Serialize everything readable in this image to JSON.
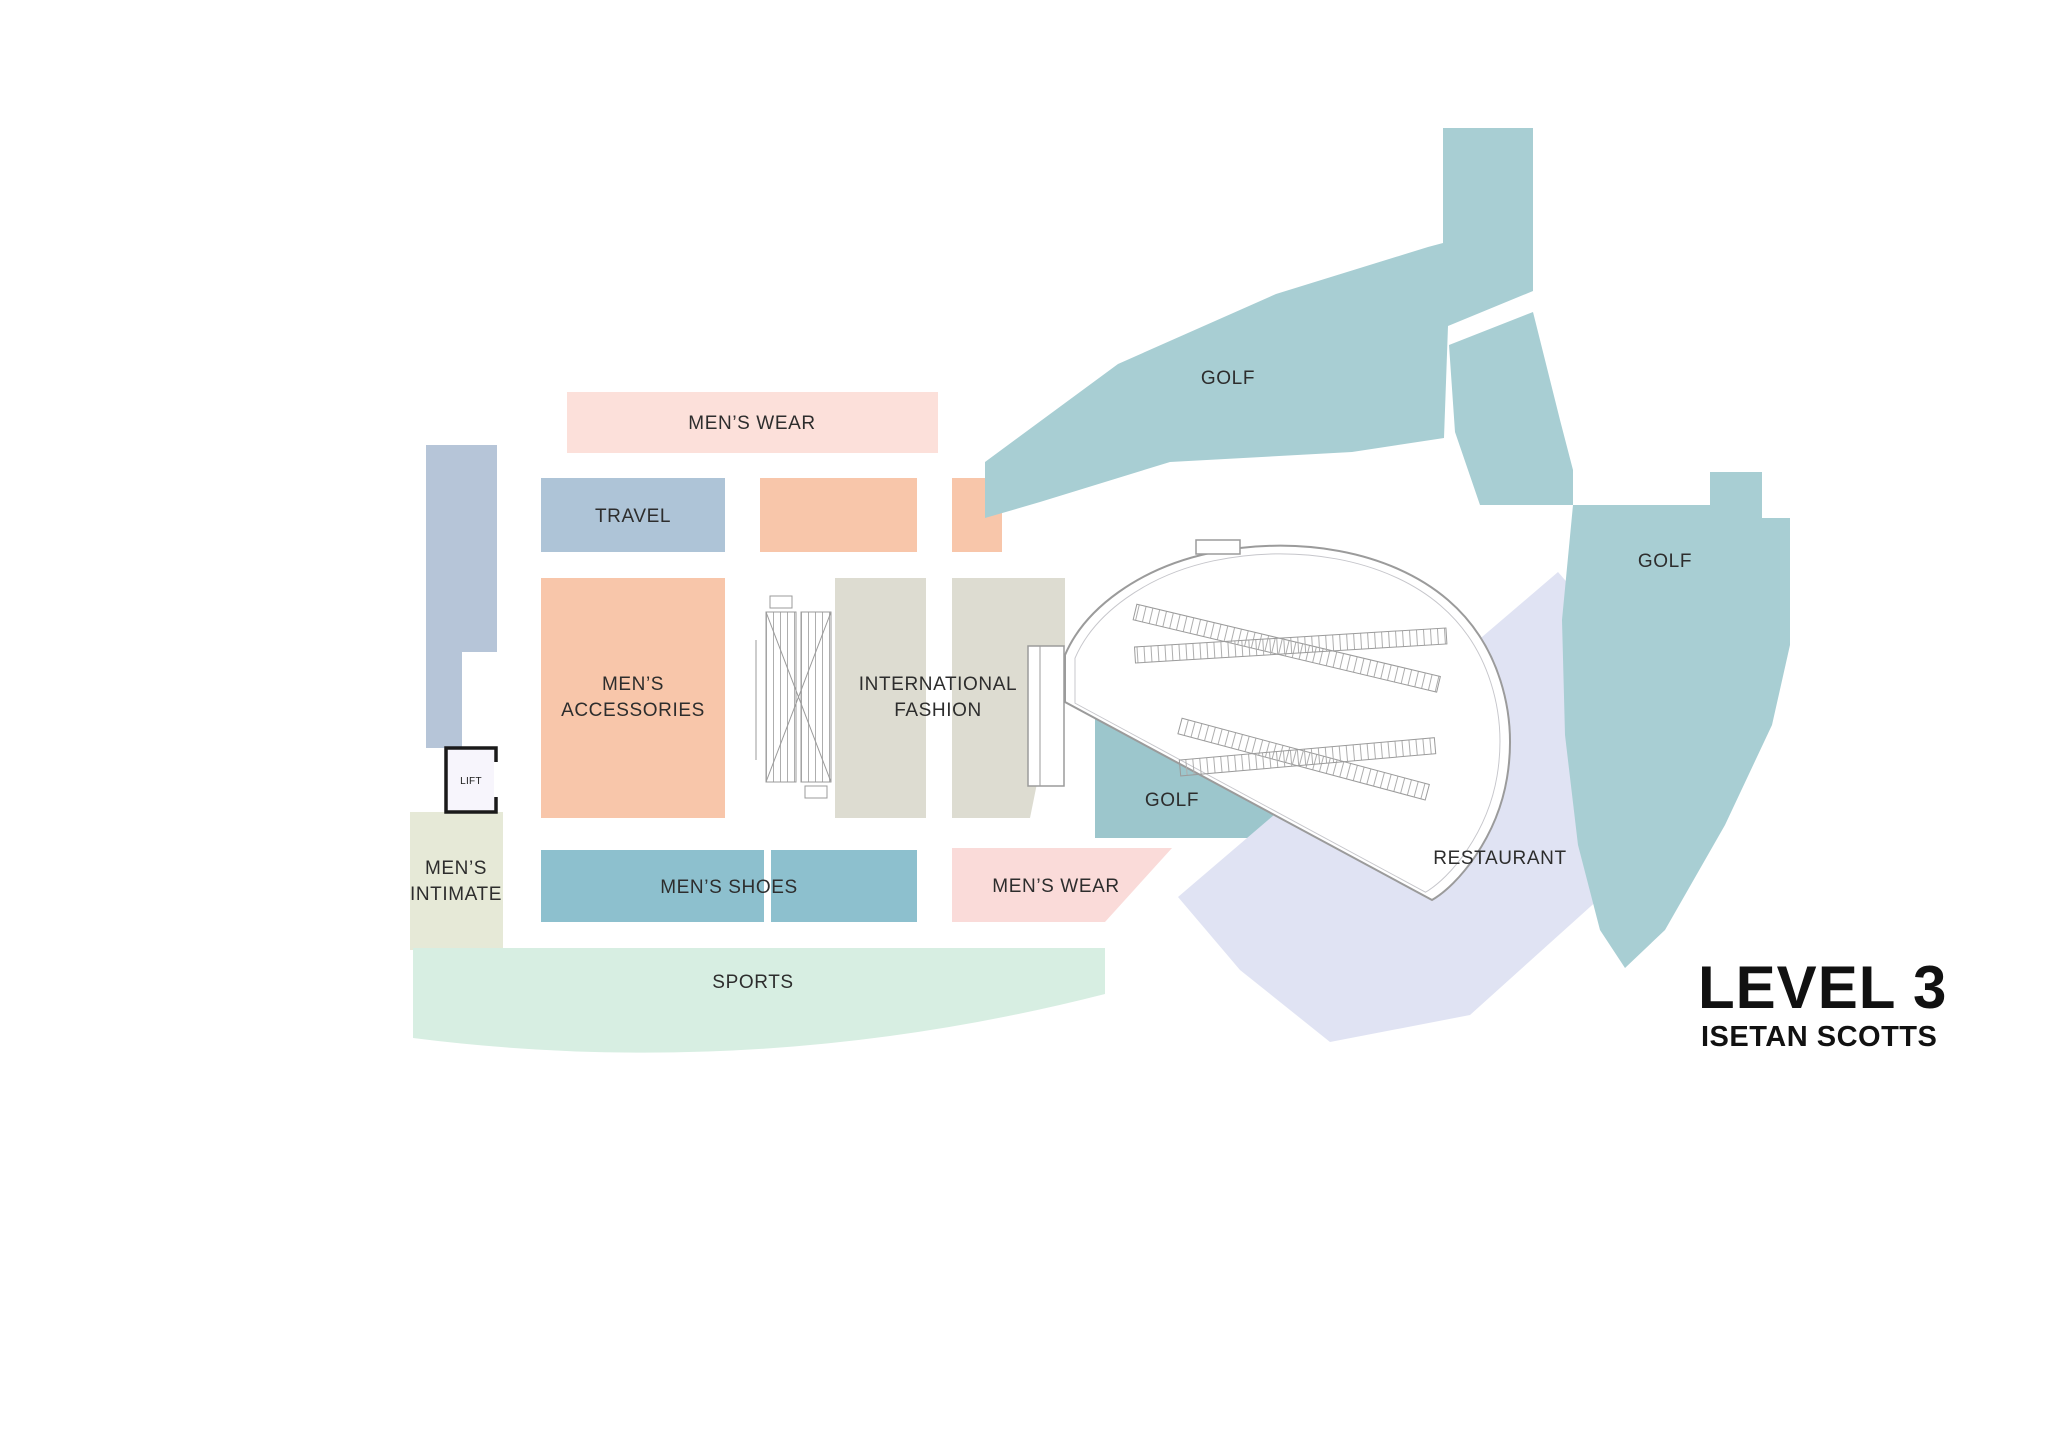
{
  "page": {
    "background": "#ffffff"
  },
  "colors": {
    "background": "#ffffff",
    "outline": "#9b9b9b",
    "inner_rim": "#c6c6cb",
    "text": "#2d2d2d",
    "title_text": "#111111",
    "lift_border": "#1a1a1a"
  },
  "title": {
    "level": "LEVEL 3",
    "store": "ISETAN SCOTTS"
  },
  "regions": {
    "golf_top": {
      "label": "GOLF",
      "color": "#a8ced3"
    },
    "golf_right": {
      "label": "GOLF",
      "color": "#a8ced3"
    },
    "golf_middle": {
      "label": "GOLF",
      "color": "#9cc6cc"
    },
    "restaurant": {
      "label": "RESTAURANT",
      "color": "#e0e3f3"
    },
    "mens_wear_top": {
      "label": "MEN’S WEAR",
      "color": "#fce0da"
    },
    "travel": {
      "label": "TRAVEL",
      "color": "#aec4d7"
    },
    "corridor": {
      "color": "#b6c5d8"
    },
    "dept_orange_a": {
      "color": "#f8c6aa"
    },
    "dept_orange_b": {
      "color": "#f8c6aa"
    },
    "mens_accessories": {
      "lines": [
        "MEN’S",
        "ACCESSORIES"
      ],
      "color": "#f8c6aa"
    },
    "international_fashion": {
      "lines": [
        "INTERNATIONAL",
        "FASHION"
      ],
      "color": "#dddcd1"
    },
    "mens_shoes": {
      "label": "MEN’S SHOES",
      "color": "#8dc0ce"
    },
    "mens_wear_bottom": {
      "label": "MEN’S WEAR",
      "color": "#fadbd9"
    },
    "mens_intimate": {
      "lines": [
        "MEN’S",
        "INTIMATE"
      ],
      "color": "#e6e9d7"
    },
    "sports": {
      "label": "SPORTS",
      "color": "#d7eee2"
    },
    "lift": {
      "label": "LIFT",
      "color": "#f7f5fc"
    }
  }
}
